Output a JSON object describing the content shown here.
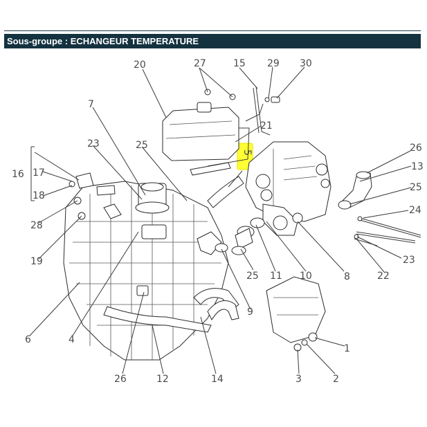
{
  "header": {
    "title": "Sous-groupe : ECHANGEUR TEMPERATURE"
  },
  "highlight_color": "#ffff33",
  "callouts": [
    {
      "id": "c20",
      "text": "20"
    },
    {
      "id": "c27",
      "text": "27"
    },
    {
      "id": "c15",
      "text": "15"
    },
    {
      "id": "c29",
      "text": "29"
    },
    {
      "id": "c30",
      "text": "30"
    },
    {
      "id": "c7",
      "text": "7"
    },
    {
      "id": "c21",
      "text": "21"
    },
    {
      "id": "c23a",
      "text": "23"
    },
    {
      "id": "c25a",
      "text": "25"
    },
    {
      "id": "c5",
      "text": "5"
    },
    {
      "id": "c26a",
      "text": "26"
    },
    {
      "id": "c13",
      "text": "13"
    },
    {
      "id": "c16",
      "text": "16"
    },
    {
      "id": "c17",
      "text": "17"
    },
    {
      "id": "c18",
      "text": "18"
    },
    {
      "id": "c25b",
      "text": "25"
    },
    {
      "id": "c24",
      "text": "24"
    },
    {
      "id": "c28",
      "text": "28"
    },
    {
      "id": "c19",
      "text": "19"
    },
    {
      "id": "c23b",
      "text": "23"
    },
    {
      "id": "c22",
      "text": "22"
    },
    {
      "id": "c8",
      "text": "8"
    },
    {
      "id": "c10",
      "text": "10"
    },
    {
      "id": "c11",
      "text": "11"
    },
    {
      "id": "c25c",
      "text": "25"
    },
    {
      "id": "c9",
      "text": "9"
    },
    {
      "id": "c6",
      "text": "6"
    },
    {
      "id": "c4",
      "text": "4"
    },
    {
      "id": "c1",
      "text": "1"
    },
    {
      "id": "c2",
      "text": "2"
    },
    {
      "id": "c3",
      "text": "3"
    },
    {
      "id": "c26b",
      "text": "26"
    },
    {
      "id": "c12",
      "text": "12"
    },
    {
      "id": "c14",
      "text": "14"
    }
  ]
}
